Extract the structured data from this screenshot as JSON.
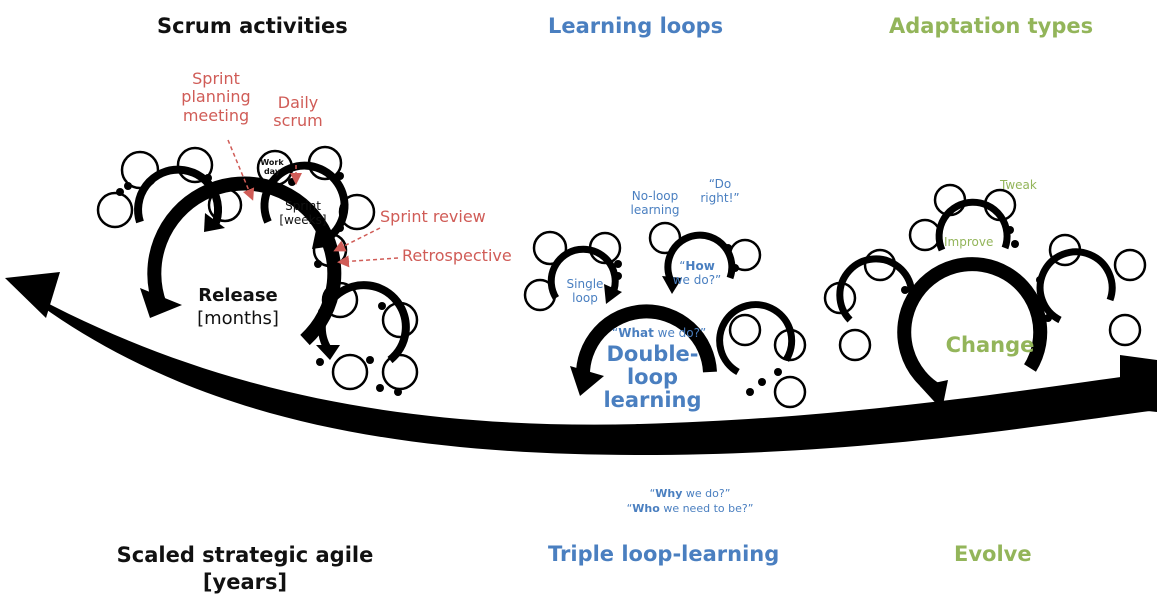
{
  "colors": {
    "ink": "#000000",
    "scrum": "#111111",
    "annotation_red": "#d05c57",
    "learning_blue": "#4a7fc0",
    "adaptation_green": "#93b55a"
  },
  "headers": {
    "scrum": "Scrum activities",
    "learning": "Learning loops",
    "adaptation": "Adaptation types"
  },
  "footers": {
    "scaled_line1": "Scaled strategic agile",
    "scaled_line2": "[years]",
    "triple": "Triple loop-learning",
    "evolve": "Evolve"
  },
  "scrum": {
    "sprint_planning": [
      "Sprint",
      "planning",
      "meeting"
    ],
    "daily_scrum": [
      "Daily",
      "scrum"
    ],
    "work_day": [
      "Work",
      "day"
    ],
    "sprint": [
      "Sprint",
      "[weeks]"
    ],
    "sprint_review": "Sprint review",
    "retrospective": "Retrospective",
    "release": "Release",
    "release_unit": "[months]"
  },
  "learning": {
    "no_loop": [
      "No-loop",
      "learning"
    ],
    "do_right": [
      "“Do",
      "right!”"
    ],
    "single_loop": [
      "Single",
      "loop"
    ],
    "how_bold": "How",
    "how_rest": "we do?”",
    "what_bold": "What",
    "what_rest": " we do?”",
    "double_loop": [
      "Double-",
      "loop",
      "learning"
    ],
    "why_bold": "Why",
    "why_rest": " we do?”",
    "who_bold": "Who",
    "who_rest": " we need to be?”"
  },
  "adaptation": {
    "tweak": "Tweak",
    "improve": "Improve",
    "change": "Change"
  }
}
